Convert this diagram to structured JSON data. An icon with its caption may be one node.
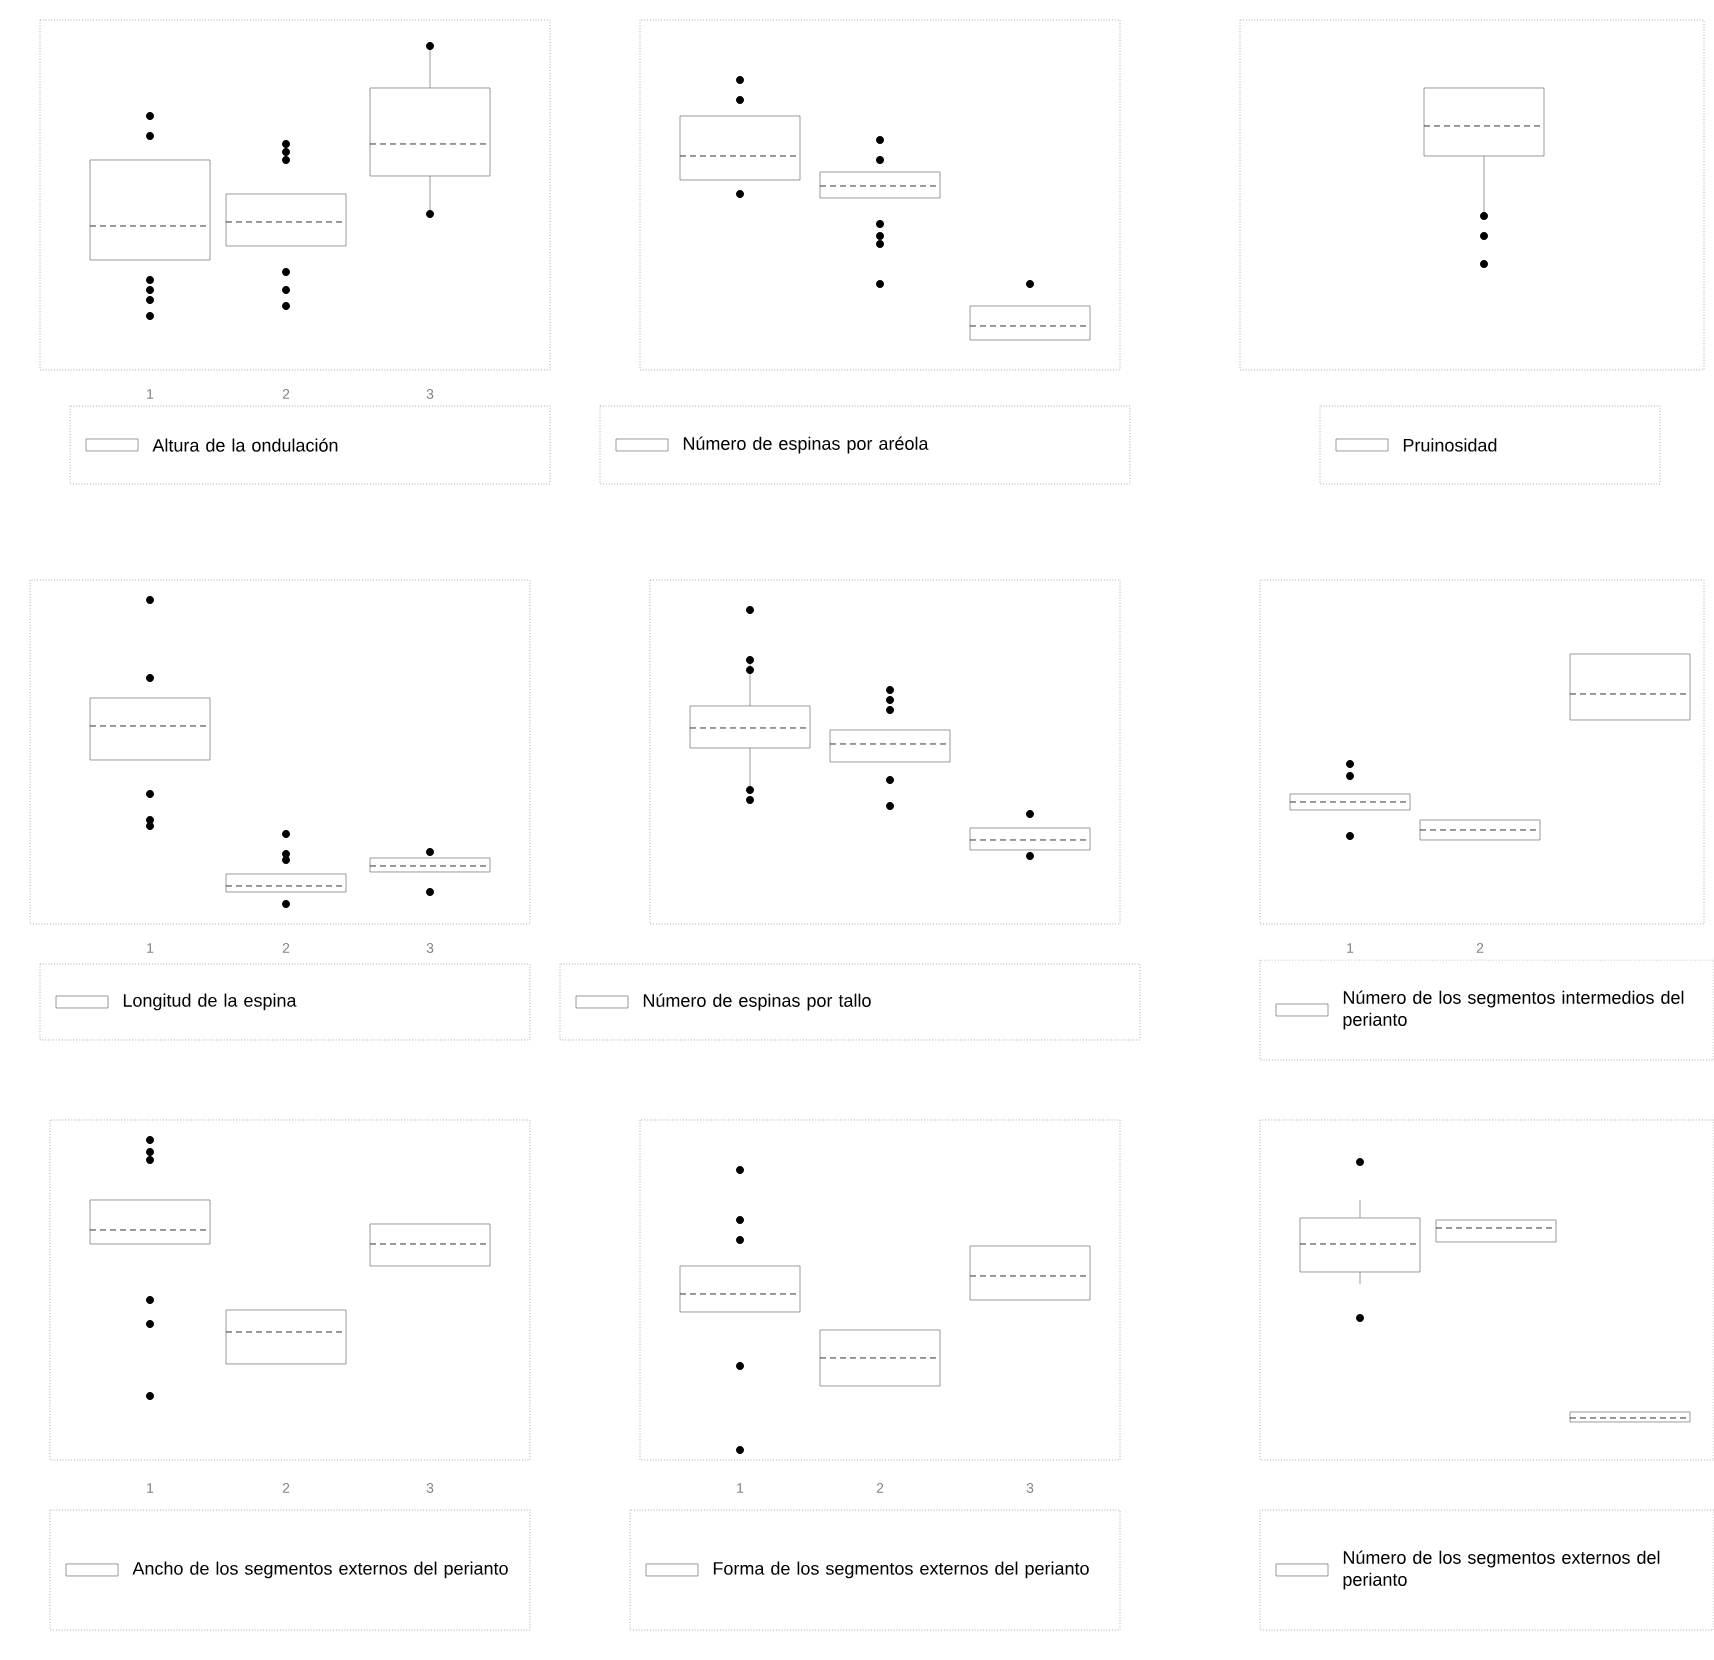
{
  "diagram": {
    "labels": [
      "1",
      "2",
      "3",
      "1",
      "2",
      "3",
      "1",
      "2",
      "1",
      "2",
      "3",
      "1",
      "2",
      "3"
    ],
    "legend": [
      {
        "text": "Altura de la ondulación"
      },
      {
        "text": "Número de espinas por aréola"
      },
      {
        "text": "Pruinosidad"
      },
      {
        "text": "Longitud de la espina"
      },
      {
        "text": "Número de espinas por tallo"
      },
      {
        "text": "Número de los segmentos intermedios del perianto"
      },
      {
        "text": "Ancho de los segmentos externos del perianto"
      },
      {
        "text": "Forma de los segmentos externos del perianto"
      },
      {
        "text": "Número de los segmentos externos del perianto"
      }
    ]
  }
}
